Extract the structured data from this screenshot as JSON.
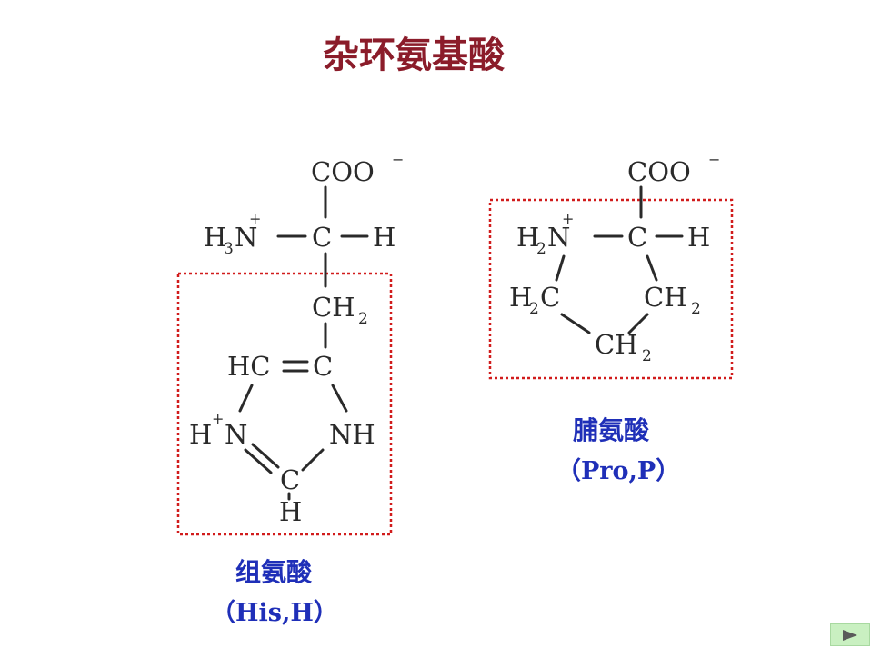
{
  "title": "杂环氨基酸",
  "histidine": {
    "name": "组氨酸",
    "abbr": "（His,H）",
    "atoms": {
      "coo": "COO",
      "charge_minus": "−",
      "h3n_h": "H",
      "h3n_3": "3",
      "h3n_n": "N",
      "charge_plus": "+",
      "alpha_c": "C",
      "alpha_h": "H",
      "ch2_ch": "CH",
      "ch2_2": "2",
      "hc_c": "HC",
      "ring_c": "C",
      "ring_h": "H",
      "ring_n": "N",
      "nh": "NH",
      "c2": "C",
      "c2_h": "H"
    }
  },
  "proline": {
    "name": "脯氨酸",
    "abbr": "（Pro,P）",
    "atoms": {
      "coo": "COO",
      "charge_minus": "−",
      "h2n_h": "H",
      "h2n_2": "2",
      "h2n_n": "N",
      "charge_plus": "+",
      "alpha_c": "C",
      "alpha_h": "H",
      "h2c_h": "H",
      "h2c_2": "2",
      "h2c_c": "C",
      "ch2_right": "CH",
      "ch2_right_2": "2",
      "ch2_bottom": "CH",
      "ch2_bottom_2": "2"
    }
  },
  "colors": {
    "title": "#8b1c2a",
    "caption": "#1f2fb8",
    "box": "#d11c1c",
    "next_button": "#c9f0c1"
  },
  "icons": {
    "next": "play-triangle-icon"
  }
}
